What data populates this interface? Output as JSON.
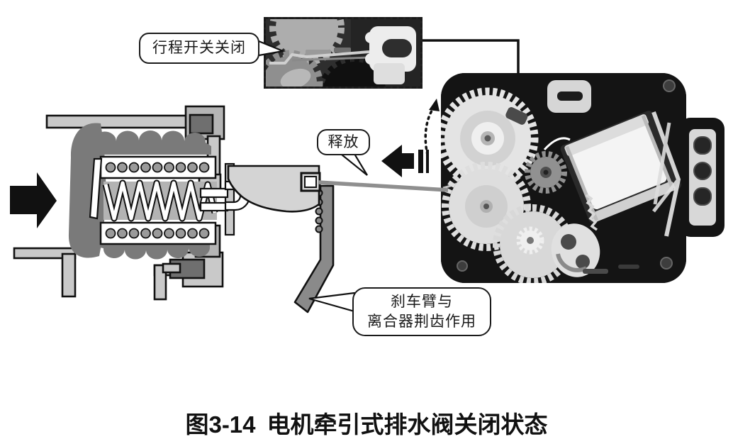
{
  "caption": {
    "figure_no": "图3-14",
    "title": "电机牵引式排水阀关闭状态"
  },
  "callouts": {
    "travel_switch": "行程开关关闭",
    "release": "释放",
    "brake_arm_line1": "刹车臂与",
    "brake_arm_line2": "离合器荆齿作用"
  },
  "icons": {
    "flow_arrow": "flow-direction-arrow",
    "release_arrow": "release-direction-arrow",
    "rotation_arrow": "gear-rotation-dotted-arrow"
  },
  "colors": {
    "background": "#ffffff",
    "line": "#1a1a1a",
    "bellows_gray": "#7a7a7a",
    "housing_gray": "#c9c9c9",
    "brake_arm_gray": "#8a8a8a",
    "photo_black": "#141414"
  }
}
